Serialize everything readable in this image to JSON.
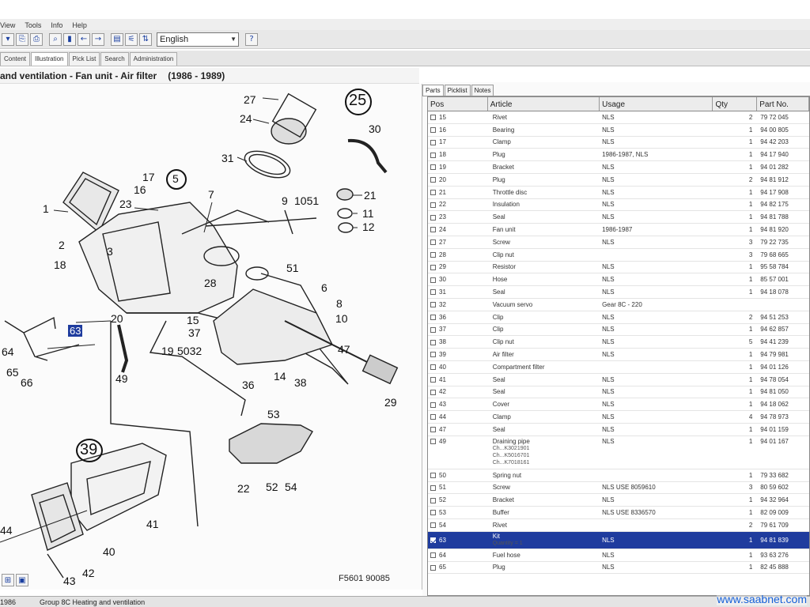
{
  "menu": [
    "View",
    "Tools",
    "Info",
    "Help"
  ],
  "toolbar": {
    "language": "English",
    "help": "?"
  },
  "tabs": [
    "Content",
    "Illustration",
    "Pick List",
    "Search",
    "Administration"
  ],
  "title": {
    "text": "and ventilation - Fan unit - Air filter",
    "years": "(1986 - 1989)"
  },
  "diagram": {
    "callouts": [
      "27",
      "24",
      "25",
      "30",
      "31",
      "17",
      "5",
      "16",
      "1",
      "23",
      "7",
      "9",
      "1051",
      "21",
      "11",
      "12",
      "2",
      "3",
      "18",
      "28",
      "51",
      "6",
      "8",
      "10",
      "20",
      "15",
      "63",
      "37",
      "19",
      "5032",
      "47",
      "64",
      "65",
      "66",
      "49",
      "14",
      "38",
      "36",
      "29",
      "53",
      "22",
      "52",
      "54",
      "39",
      "41",
      "40",
      "42",
      "43",
      "44"
    ],
    "footer": "F5601 90085"
  },
  "right_tabs": [
    "Parts",
    "Picklist",
    "Notes"
  ],
  "table": {
    "headers": {
      "pos": "Pos",
      "article": "Article",
      "usage": "Usage",
      "qty": "Qty",
      "part": "Part No."
    },
    "rows": [
      {
        "pos": "15",
        "article": "Rivet",
        "usage": "NLS",
        "qty": "2",
        "part": "79 72 045"
      },
      {
        "pos": "16",
        "article": "Bearing",
        "usage": "NLS",
        "qty": "1",
        "part": "94 00 805"
      },
      {
        "pos": "17",
        "article": "Clamp",
        "usage": "NLS",
        "qty": "1",
        "part": "94 42 203"
      },
      {
        "pos": "18",
        "article": "Plug",
        "usage": "1986-1987, NLS",
        "qty": "1",
        "part": "94 17 940"
      },
      {
        "pos": "19",
        "article": "Bracket",
        "usage": "NLS",
        "qty": "1",
        "part": "94 01 282"
      },
      {
        "pos": "20",
        "article": "Plug",
        "usage": "NLS",
        "qty": "2",
        "part": "94 81 912"
      },
      {
        "pos": "21",
        "article": "Throttle disc",
        "usage": "NLS",
        "qty": "1",
        "part": "94 17 908"
      },
      {
        "pos": "22",
        "article": "Insulation",
        "usage": "NLS",
        "qty": "1",
        "part": "94 82 175"
      },
      {
        "pos": "23",
        "article": "Seal",
        "usage": "NLS",
        "qty": "1",
        "part": "94 81 788"
      },
      {
        "pos": "24",
        "article": "Fan unit",
        "usage": "1986-1987",
        "qty": "1",
        "part": "94 81 920"
      },
      {
        "pos": "27",
        "article": "Screw",
        "usage": "NLS",
        "qty": "3",
        "part": "79 22 735"
      },
      {
        "pos": "28",
        "article": "Clip nut",
        "usage": "",
        "qty": "3",
        "part": "79 68 665"
      },
      {
        "pos": "29",
        "article": "Resistor",
        "usage": "NLS",
        "qty": "1",
        "part": "95 58 784"
      },
      {
        "pos": "30",
        "article": "Hose",
        "usage": "NLS",
        "qty": "1",
        "part": "85 57 001"
      },
      {
        "pos": "31",
        "article": "Seal",
        "usage": "NLS",
        "qty": "1",
        "part": "94 18 078"
      },
      {
        "pos": "32",
        "article": "Vacuum servo",
        "usage": "Gear 8C - 220",
        "qty": "",
        "part": ""
      },
      {
        "pos": "36",
        "article": "Clip",
        "usage": "NLS",
        "qty": "2",
        "part": "94 51 253"
      },
      {
        "pos": "37",
        "article": "Clip",
        "usage": "NLS",
        "qty": "1",
        "part": "94 62 857"
      },
      {
        "pos": "38",
        "article": "Clip nut",
        "usage": "NLS",
        "qty": "5",
        "part": "94 41 239"
      },
      {
        "pos": "39",
        "article": "Air filter",
        "usage": "NLS",
        "qty": "1",
        "part": "94 79 981"
      },
      {
        "pos": "40",
        "article": "Compartment filter",
        "usage": "",
        "qty": "1",
        "part": "94 01 126"
      },
      {
        "pos": "41",
        "article": "Seal",
        "usage": "NLS",
        "qty": "1",
        "part": "94 78 054"
      },
      {
        "pos": "42",
        "article": "Seal",
        "usage": "NLS",
        "qty": "1",
        "part": "94 81 050"
      },
      {
        "pos": "43",
        "article": "Cover",
        "usage": "NLS",
        "qty": "1",
        "part": "94 18 062"
      },
      {
        "pos": "44",
        "article": "Clamp",
        "usage": "NLS",
        "qty": "4",
        "part": "94 78 973"
      },
      {
        "pos": "47",
        "article": "Seal",
        "usage": "NLS",
        "qty": "1",
        "part": "94 01 159"
      },
      {
        "pos": "49",
        "article": "Draining pipe",
        "usage": "NLS",
        "qty": "1",
        "part": "94 01 167",
        "sub": [
          "Ch...K3021901",
          "Ch...K5016701",
          "Ch...K7018161"
        ]
      },
      {
        "pos": "50",
        "article": "Spring nut",
        "usage": "",
        "qty": "1",
        "part": "79 33 682"
      },
      {
        "pos": "51",
        "article": "Screw",
        "usage": "NLS USE 8059610",
        "qty": "3",
        "part": "80 59 602"
      },
      {
        "pos": "52",
        "article": "Bracket",
        "usage": "NLS",
        "qty": "1",
        "part": "94 32 964"
      },
      {
        "pos": "53",
        "article": "Buffer",
        "usage": "NLS USE 8336570",
        "qty": "1",
        "part": "82 09 009"
      },
      {
        "pos": "54",
        "article": "Rivet",
        "usage": "",
        "qty": "2",
        "part": "79 61 709"
      },
      {
        "pos": "63",
        "article": "Kit",
        "usage": "NLS",
        "qty": "1",
        "part": "94 81 839",
        "sub": [
          "Quantity = 1"
        ],
        "selected": true
      },
      {
        "pos": "64",
        "article": "Fuel hose",
        "usage": "NLS",
        "qty": "1",
        "part": "93 63 276"
      },
      {
        "pos": "65",
        "article": "Plug",
        "usage": "NLS",
        "qty": "1",
        "part": "82 45 888"
      }
    ]
  },
  "status": {
    "year_from": "1986",
    "group": "Group 8C Heating and ventilation"
  },
  "watermark": "www.saabnet.com"
}
